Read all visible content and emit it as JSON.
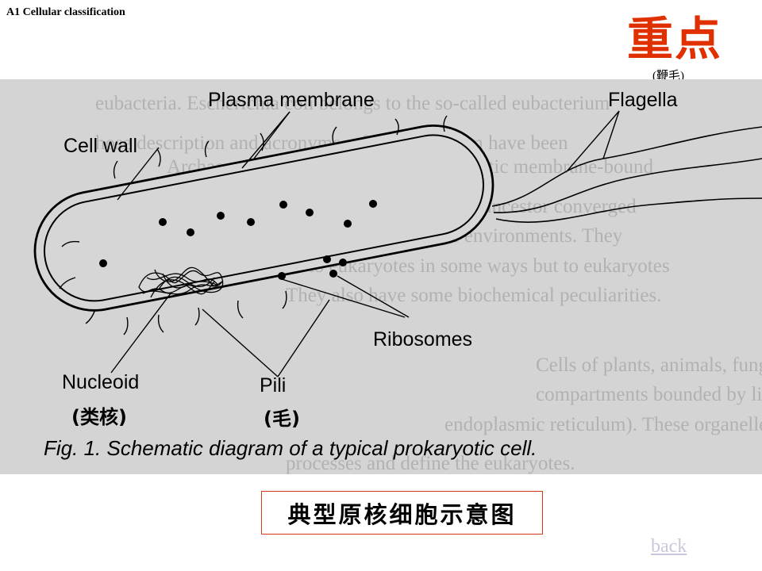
{
  "header": {
    "section_title": "A1 Cellular classification",
    "key_point": "重点",
    "flagella_cn": "(鞭毛)"
  },
  "figure": {
    "labels": {
      "plasma_membrane": "Plasma membrane",
      "flagella": "Flagella",
      "cell_wall": "Cell wall",
      "ribosomes": "Ribosomes",
      "nucleoid": "Nucleoid",
      "pili": "Pili"
    },
    "chinese_labels": {
      "nucleoid": "(类核)",
      "pili": "(毛)"
    },
    "caption": "Fig. 1. Schematic diagram of a typical prokaryotic cell.",
    "background_text": [
      "eubacteria. Escherichia coli belongs to the so-called eubacterium",
      "hose description and acronyms ref the cytoplasm have been",
      "Archaea are shown in Fig. 1 as prokaryotic membrane-bound",
      "off from the eubacteria after their common ancestor converged",
      "eubacteria. They tend to inhabit extreme environments. They",
      "biochemically closer to eukaryotes in some ways but to eukaryotes",
      "They also have some biochemical peculiarities.",
      "Cells of plants, animals, fungi and protists possess well-defined",
      "compartments bounded by lipid membranes (e.g. nuclei, mit",
      "endoplasmic reticulum). These organelles are the sites of distinct",
      "processes and define the eukaryotes."
    ]
  },
  "caption_cn": "典型原核细胞示意图",
  "back_link": "back",
  "colors": {
    "accent_red": "#e03000",
    "figure_bg": "#d4d4d4",
    "link": "#c8c8dc"
  }
}
